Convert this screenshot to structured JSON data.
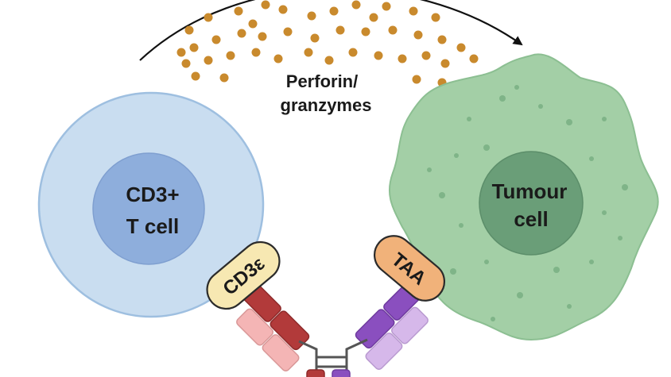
{
  "labels": {
    "perforin_line1": "Perforin/",
    "perforin_line2": "granzymes",
    "tcell_line1": "CD3+",
    "tcell_line2": "T cell",
    "tumour_line1": "Tumour",
    "tumour_line2": "cell",
    "cd3e": "CD3ε",
    "taa": "TAA"
  },
  "colors": {
    "tcell_outer": "#c9ddf0",
    "tcell_inner": "#8eaedc",
    "tumour_outer": "#a3cfa6",
    "tumour_inner": "#6a9e78",
    "granule": "#c98a2d",
    "cd3e_badge": "#f7e8b2",
    "taa_badge": "#f1b27a",
    "chain_dark_red": "#b23a3a",
    "chain_pink": "#f4b5b5",
    "chain_purple": "#8a4fbf",
    "chain_lavender": "#d6b8ea",
    "hinge": "#555555"
  }
}
